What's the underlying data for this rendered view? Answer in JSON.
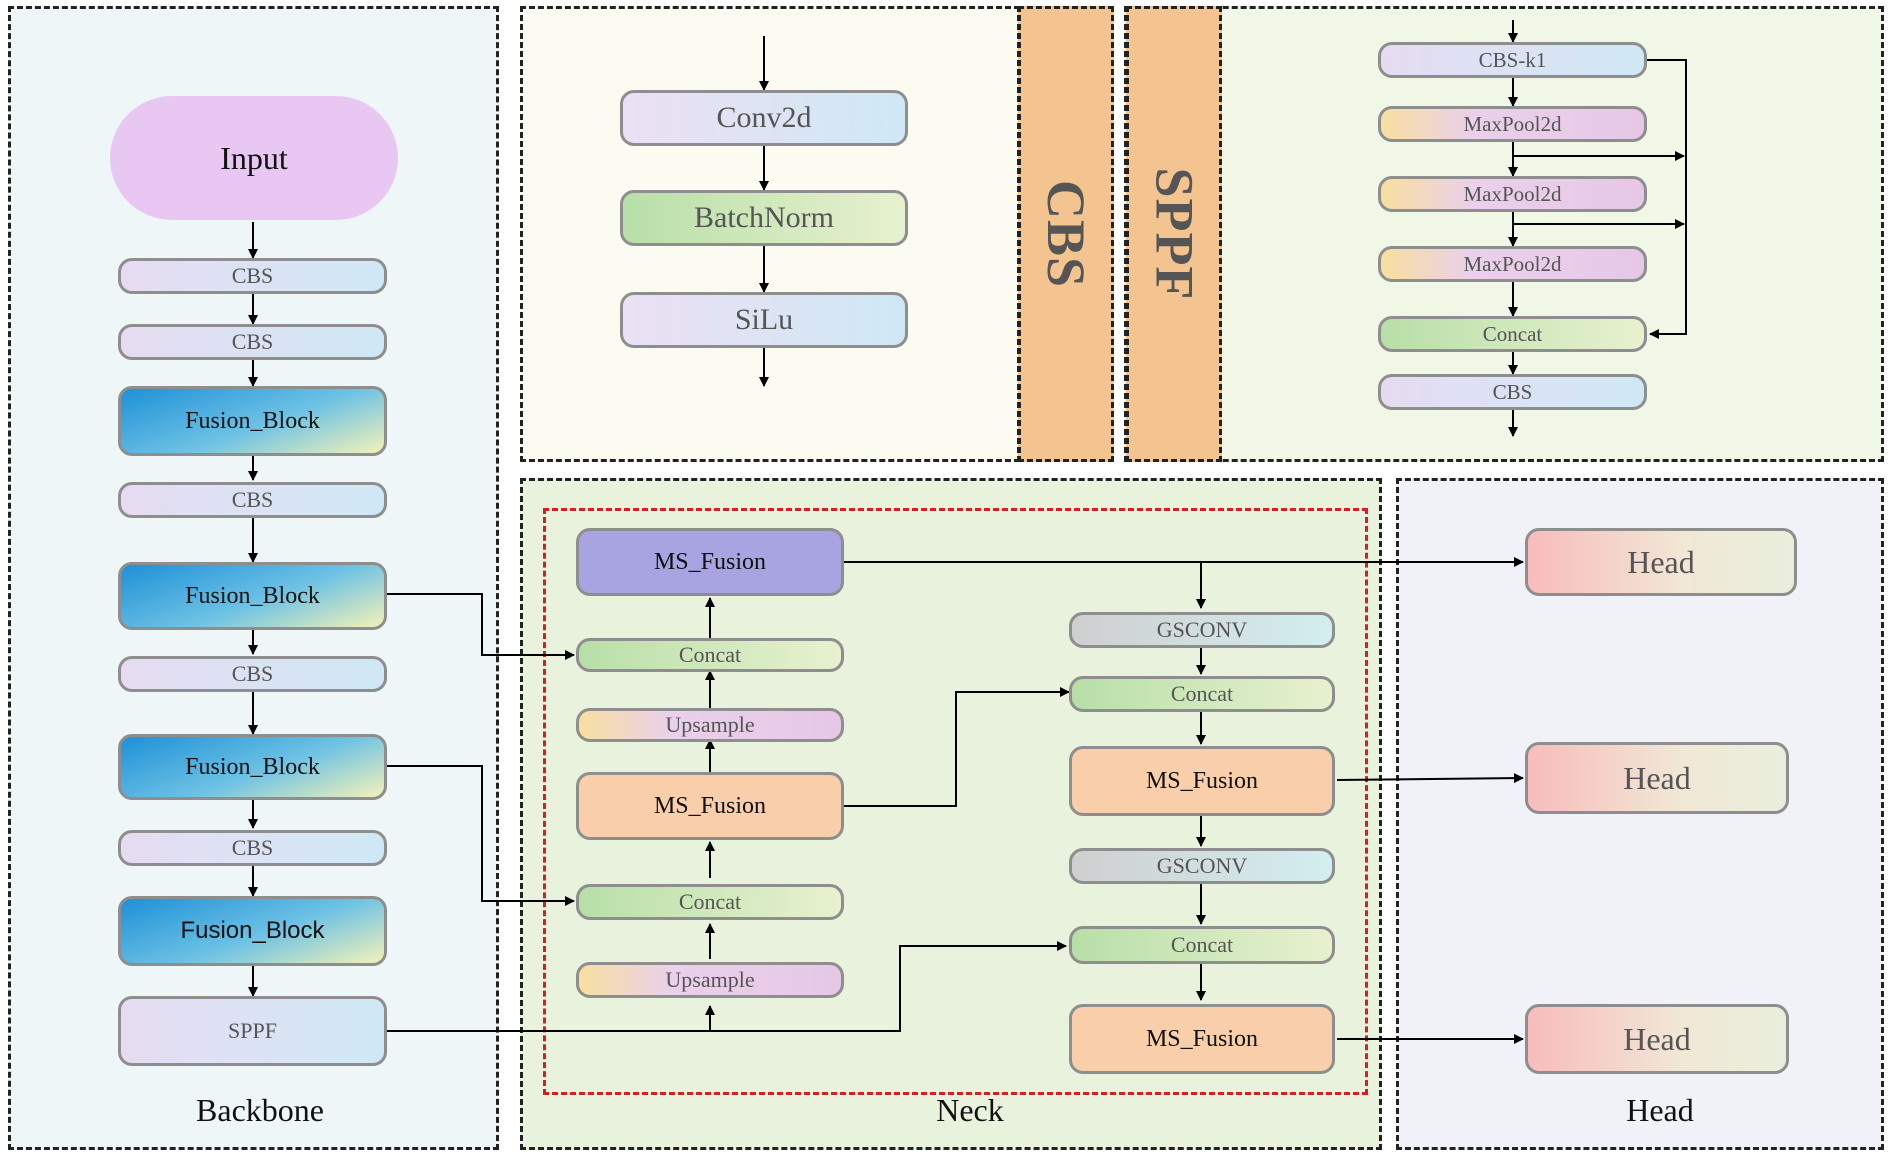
{
  "sections": {
    "backbone": "Backbone",
    "neck": "Neck",
    "head": "Head",
    "cbs": "CBS",
    "sppf": "SPPF"
  },
  "backbone": {
    "input": "Input",
    "cbs1": "CBS",
    "cbs2": "CBS",
    "fusion1": "Fusion_Block",
    "cbs3": "CBS",
    "fusion2": "Fusion_Block",
    "cbs4": "CBS",
    "fusion3": "Fusion_Block",
    "cbs5": "CBS",
    "fusion4": "Fusion_Block",
    "sppf": "SPPF"
  },
  "cbs_detail": {
    "conv": "Conv2d",
    "bn": "BatchNorm",
    "act": "SiLu"
  },
  "sppf_detail": {
    "cbs_k1": "CBS-k1",
    "maxpool1": "MaxPool2d",
    "maxpool2": "MaxPool2d",
    "maxpool3": "MaxPool2d",
    "concat": "Concat",
    "cbs": "CBS"
  },
  "neck": {
    "msfusion_top": "MS_Fusion",
    "concat_a": "Concat",
    "upsample_a": "Upsample",
    "msfusion_mid": "MS_Fusion",
    "concat_b": "Concat",
    "upsample_b": "Upsample",
    "gsconv1": "GSCONV",
    "concat_c": "Concat",
    "msfusion_right1": "MS_Fusion",
    "gsconv2": "GSCONV",
    "concat_d": "Concat",
    "msfusion_right2": "MS_Fusion"
  },
  "heads": {
    "head1": "Head",
    "head2": "Head",
    "head3": "Head"
  },
  "colors": {
    "backbone_bg": "#eef6f7",
    "neck_bg": "#e8f2dc",
    "head_bg": "#f1f2f8",
    "cbs_bar": "#f3c48f",
    "neck_border": "#d42020"
  }
}
